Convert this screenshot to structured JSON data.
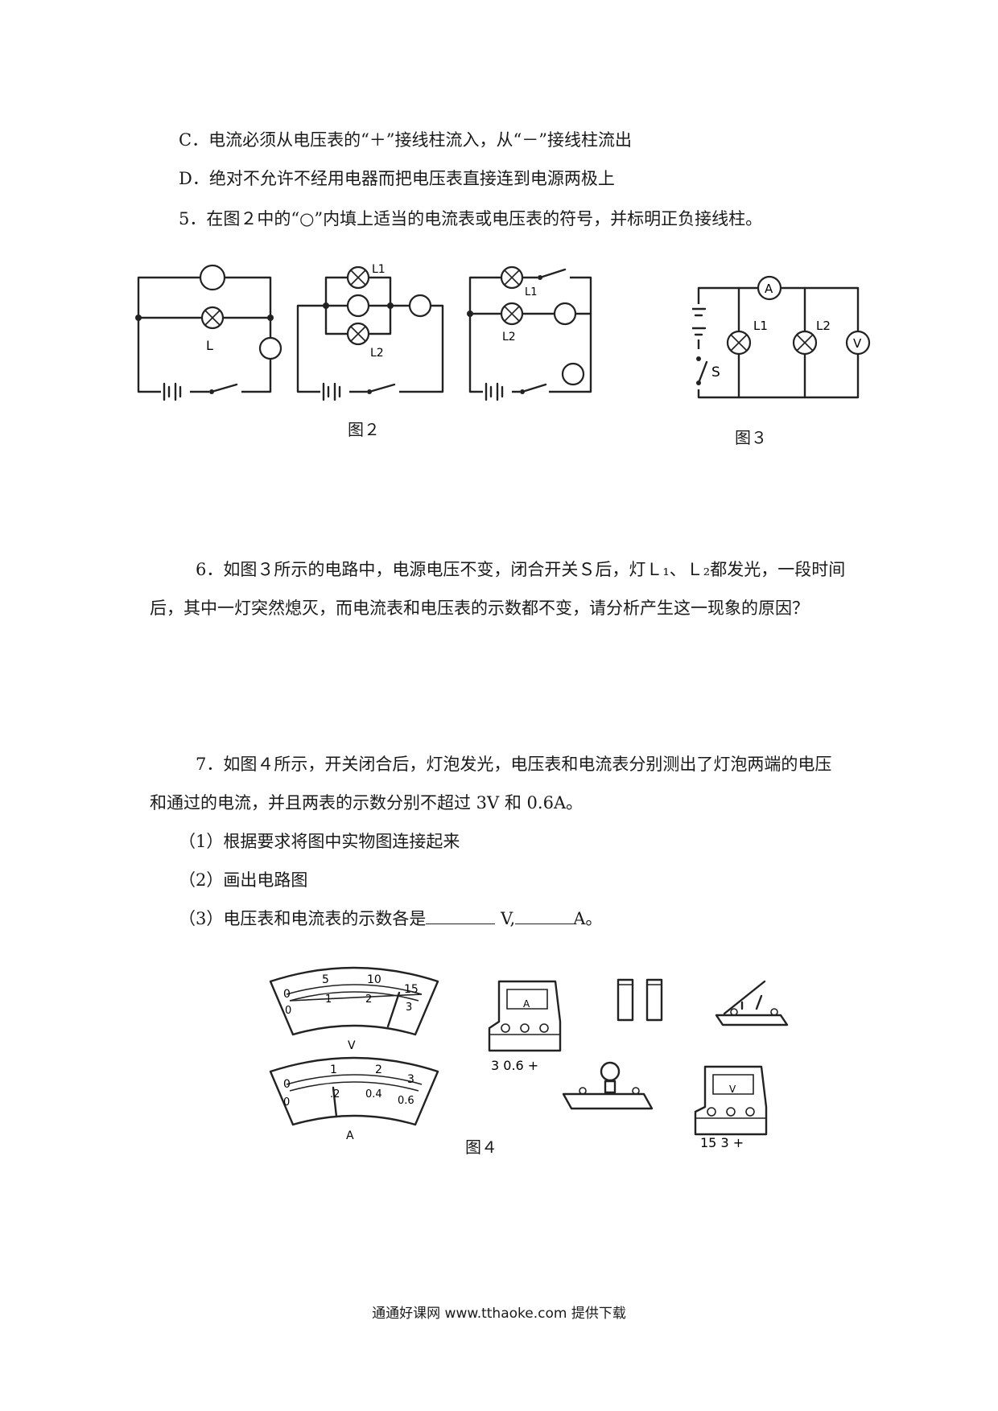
{
  "lines": {
    "c": "C．电流必须从电压表的“＋”接线柱流入，从“－”接线柱流出",
    "d": "D．绝对不允许不经用电器而把电压表直接连到电源两极上",
    "q5": "5．在图２中的“○”内填上适当的电流表或电压表的符号，并标明正负接线柱。",
    "q6_1": "6．如图３所示的电路中，电源电压不变，闭合开关Ｓ后，灯Ｌ₁、Ｌ₂都发光，一段时间",
    "q6_2": "后，其中一灯突然熄灭，而电流表和电压表的示数都不变，请分析产生这一现象的原因？",
    "q7_1": "7．如图４所示，开关闭合后，灯泡发光，电压表和电流表分别测出了灯泡两端的电压",
    "q7_2": "和通过的电流，并且两表的示数分别不超过 3V 和 0.6A。",
    "q7_a": "（1）根据要求将图中实物图连接起来",
    "q7_b": "（2）画出电路图",
    "q7_c_prefix": "（3）电压表和电流表的示数各是",
    "q7_c_unit_v": " V,",
    "q7_c_unit_a": "A。"
  },
  "fig2": {
    "caption": "图２",
    "label_L": "L",
    "label_L1": "L1",
    "label_L2": "L2",
    "label_L1b": "L1",
    "label_L2b": "L2"
  },
  "fig3": {
    "caption": "图３",
    "label_A": "A",
    "label_V": "V",
    "label_L1": "L1",
    "label_L2": "L2",
    "label_S": "S"
  },
  "fig4": {
    "caption": "图４",
    "voltmeter": {
      "upper_ticks": [
        "0",
        "5",
        "10",
        "15"
      ],
      "lower_ticks": [
        "0",
        "1",
        "2",
        "3"
      ],
      "unit": "V",
      "needle_reading_3v_scale": 2.5
    },
    "ammeter": {
      "upper_ticks": [
        "0",
        "1",
        "2",
        "3"
      ],
      "lower_ticks": [
        "0",
        ".2",
        "0.4",
        "0.6"
      ],
      "unit": "A",
      "needle_reading_06a_scale": 0.24
    },
    "ammeter_device": {
      "face": "A",
      "terminals": "3 0.6 +"
    },
    "voltmeter_device": {
      "face": "V",
      "terminals": "15 3 +"
    }
  },
  "footer": "通通好课网  www.tthaoke.com  提供下载"
}
